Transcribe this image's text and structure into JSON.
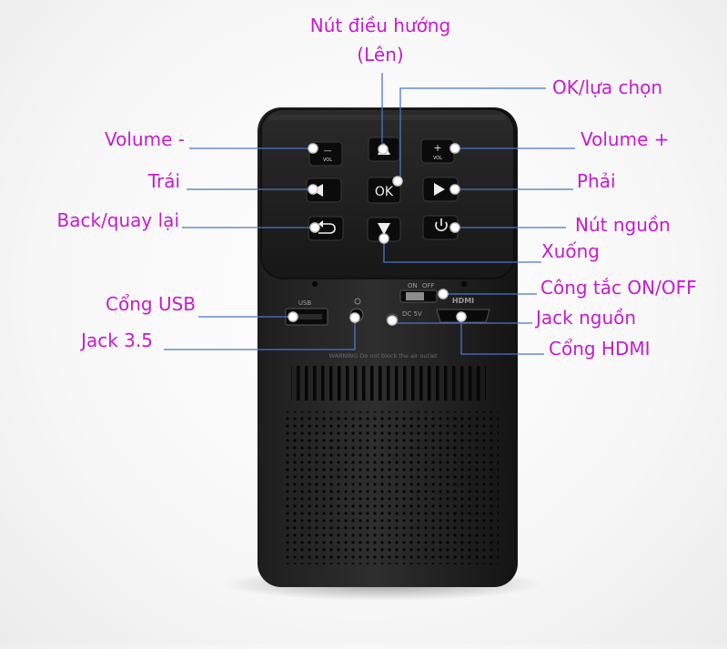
{
  "accent_color": "#c71ad1",
  "leader_color": "#4a76c8",
  "device": {
    "buttons": {
      "vol_minus_mark": "—",
      "vol_mark": "VOL",
      "vol_plus_mark": "+",
      "ok": "OK"
    },
    "ports": {
      "usb": "USB",
      "switch_on": "ON",
      "switch_off": "OFF",
      "dc": "DC 5V",
      "hdmi": "HDMI",
      "warning": "WARNING Do not block the air outlet"
    }
  },
  "labels": {
    "nav_up_line1": "Nút điều hướng",
    "nav_up_line2": "(Lên)",
    "ok_select": "OK/lựa chọn",
    "volume_minus": "Volume -",
    "volume_plus": "Volume +",
    "left": "Trái",
    "right": "Phải",
    "back": "Back/quay lại",
    "power": "Nút nguồn",
    "down": "Xuống",
    "switch": "Công tắc ON/OFF",
    "usb_port": "Cổng USB",
    "power_jack": "Jack nguồn",
    "audio_jack": "Jack 3.5",
    "hdmi_port": "Cổng HDMI"
  }
}
